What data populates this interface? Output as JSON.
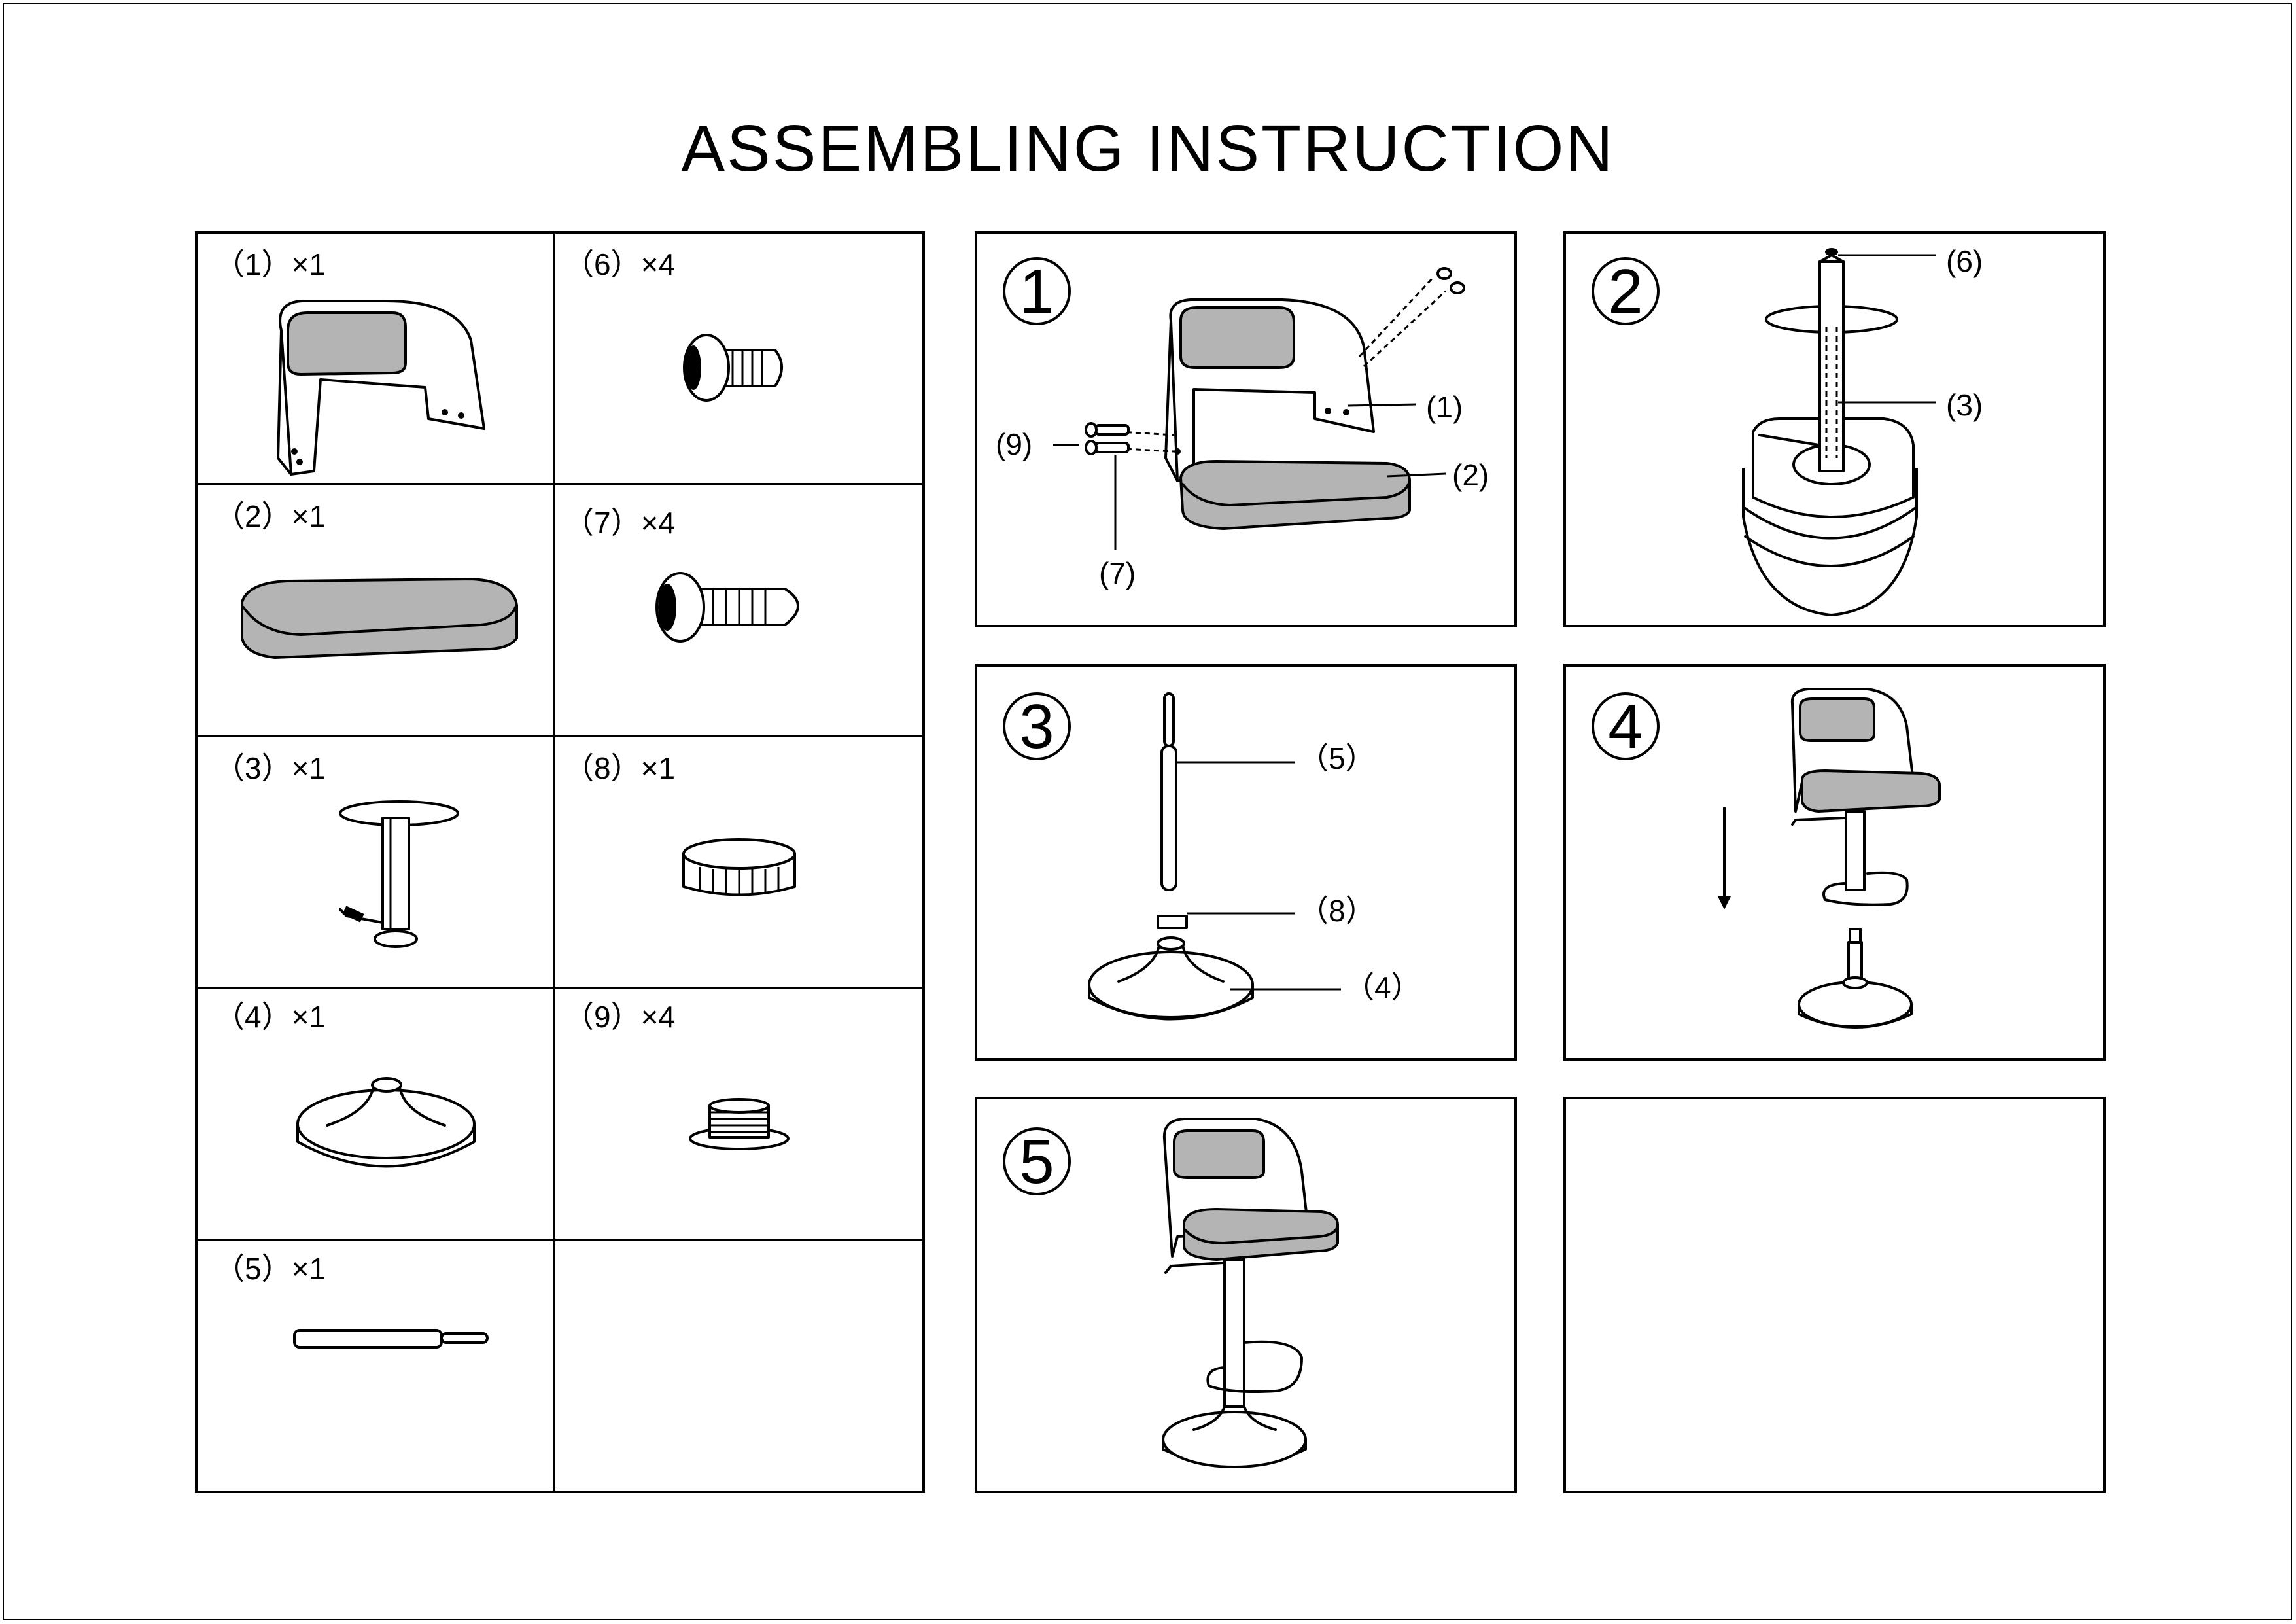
{
  "title": "ASSEMBLING INSTRUCTION",
  "parts": [
    {
      "label": "（1）×1",
      "name": "back-shell"
    },
    {
      "label": "（6）×4",
      "name": "screw-short"
    },
    {
      "label": "（2）×1",
      "name": "seat-cushion"
    },
    {
      "label": "（7）×4",
      "name": "screw-long"
    },
    {
      "label": "（3）×1",
      "name": "seat-mechanism"
    },
    {
      "label": "（8）×1",
      "name": "cap"
    },
    {
      "label": "（4）×1",
      "name": "base"
    },
    {
      "label": "（9）×4",
      "name": "washer"
    },
    {
      "label": "（5）×1",
      "name": "gas-lift"
    },
    {
      "label": "",
      "name": "empty"
    }
  ],
  "steps": [
    {
      "number": "1",
      "callouts": [
        "(1)",
        "(2)",
        "(7)",
        "(9)"
      ]
    },
    {
      "number": "2",
      "callouts": [
        "(6)",
        "(3)"
      ]
    },
    {
      "number": "3",
      "callouts": [
        "（5）",
        "（8）",
        "（4）"
      ]
    },
    {
      "number": "4",
      "callouts": []
    },
    {
      "number": "5",
      "callouts": []
    }
  ],
  "colors": {
    "line": "#000000",
    "cushion": "#b4b4b4",
    "background": "#ffffff"
  }
}
